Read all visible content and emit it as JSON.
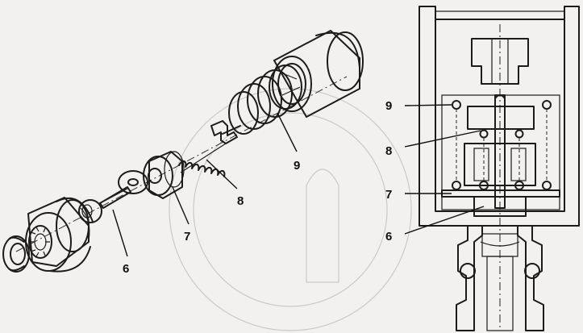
{
  "exploded_view": {
    "labels": [
      {
        "id": "part-6",
        "text": "6"
      },
      {
        "id": "part-7",
        "text": "7"
      },
      {
        "id": "part-8",
        "text": "8"
      },
      {
        "id": "part-9",
        "text": "9"
      }
    ]
  },
  "section_view": {
    "labels": [
      {
        "id": "part-9",
        "text": "9"
      },
      {
        "id": "part-8",
        "text": "8"
      },
      {
        "id": "part-7",
        "text": "7"
      },
      {
        "id": "part-6",
        "text": "6"
      }
    ]
  },
  "colors": {
    "ink": "#1c1c1c",
    "paper": "#f2f1ef",
    "hatch": "#555555",
    "dark_fill": "#3a3a3a"
  }
}
